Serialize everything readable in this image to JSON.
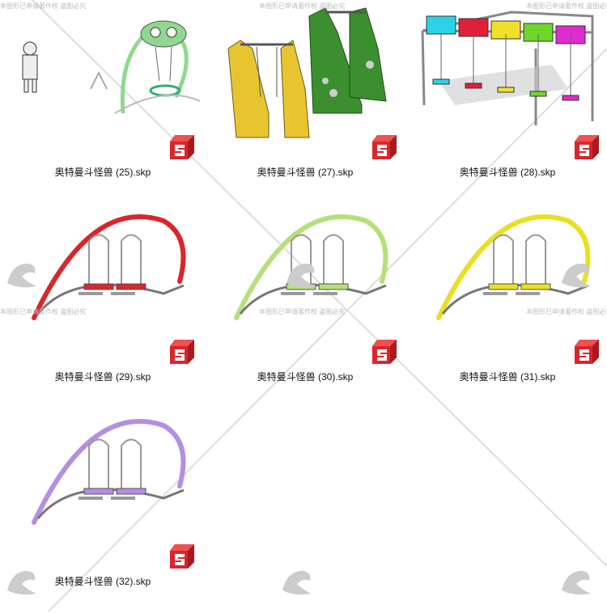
{
  "watermark": {
    "text": "本图形已申请著作权 盗图必究"
  },
  "files": [
    {
      "name": "奥特曼斗怪兽 (25).skp",
      "thumb": "frog-swing",
      "color": "#8fd88f"
    },
    {
      "name": "奥特曼斗怪兽 (27).skp",
      "thumb": "giraffe-swing",
      "color": "#e8c530"
    },
    {
      "name": "奥特曼斗怪兽 (28).skp",
      "thumb": "color-roof-swing",
      "color": "#888888"
    },
    {
      "name": "奥特曼斗怪兽 (29).skp",
      "thumb": "arch-swing",
      "color": "#d9262b"
    },
    {
      "name": "奥特曼斗怪兽 (30).skp",
      "thumb": "arch-swing",
      "color": "#b5e07a"
    },
    {
      "name": "奥特曼斗怪兽 (31).skp",
      "thumb": "arch-swing",
      "color": "#e8e020"
    },
    {
      "name": "奥特曼斗怪兽 (32).skp",
      "thumb": "arch-swing",
      "color": "#b48ee0"
    }
  ],
  "file_icon": {
    "name": "sketchup-file-icon",
    "color": "#d9262b"
  }
}
